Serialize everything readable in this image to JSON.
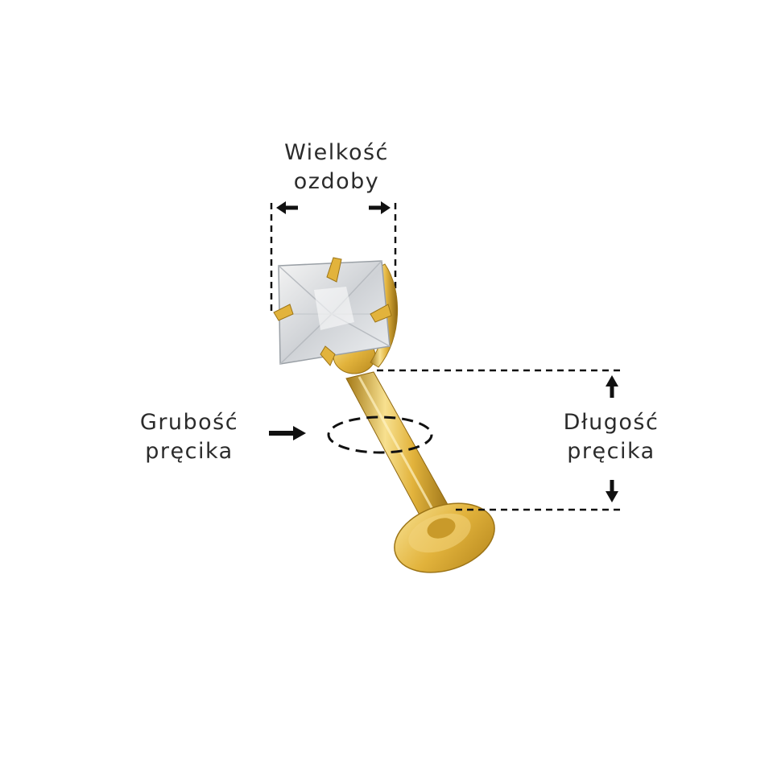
{
  "diagram": {
    "labels": {
      "ornament_size": {
        "line1": "Wielkość",
        "line2": "ozdoby"
      },
      "bar_thickness": {
        "line1": "Grubość",
        "line2": "pręcika"
      },
      "bar_length": {
        "line1": "Długość",
        "line2": "pręcika"
      }
    },
    "colors": {
      "gold": "#e2b33c",
      "gold_dark": "#a57a17",
      "gold_light": "#f7e08f",
      "dimension_lines": "#111111",
      "text": "#2b2b2b"
    }
  }
}
